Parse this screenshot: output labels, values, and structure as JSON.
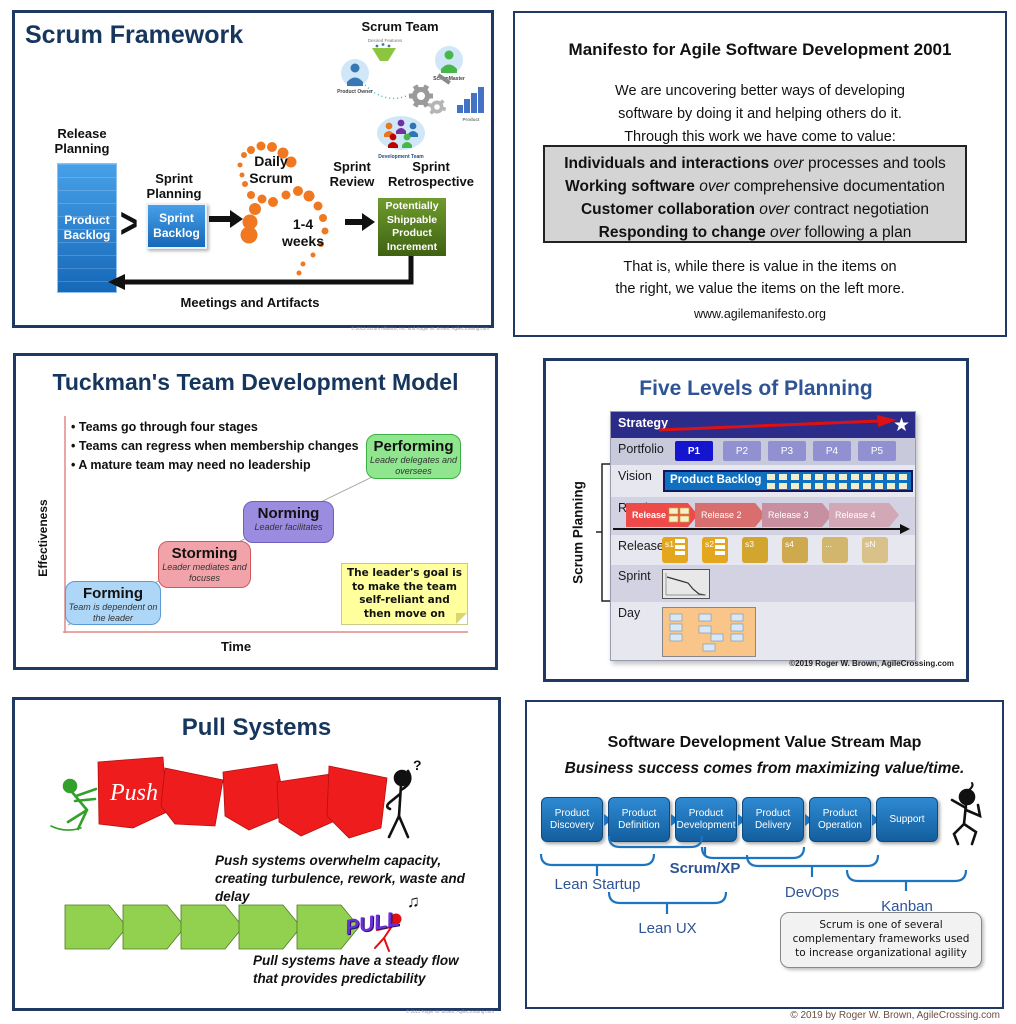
{
  "colors": {
    "panel_border": "#1f3864",
    "title_navy": "#17365d",
    "title_blue": "#2e5496",
    "process_blue": "#1b75c0",
    "scrum_orange": "#f07820",
    "push_red": "#ee1c1c",
    "pull_green": "#92d050",
    "pull_purple": "#6a30d8",
    "gold": "#e3a61c",
    "strategy_navy": "#2b2b8a",
    "manifesto_grey": "#d4d4d4",
    "note_yellow": "#ffff9e"
  },
  "panels": {
    "scrum_framework": {
      "title": "Scrum Framework",
      "team_title": "Scrum Team",
      "team_labels": {
        "desired_features": "Desired Features",
        "product_owner": "Product Owner",
        "scrum_master": "ScrumMaster",
        "development_team": "Development Team",
        "product": "Product"
      },
      "release_planning": "Release Planning",
      "product_backlog": "Product Backlog",
      "sprint_planning": "Sprint Planning",
      "sprint_backlog": "Sprint Backlog",
      "daily_scrum": "Daily Scrum",
      "weeks": "1-4 weeks",
      "sprint_review": "Sprint Review",
      "sprint_retrospective": "Sprint Retrospective",
      "increment": "Potentially Shippable Product Increment",
      "meetings": "Meetings and Artifacts",
      "copyright": "© 2013 Scrum Alliance, Inc. and Roger W. Brown, AgileCrossing.com"
    },
    "manifesto": {
      "title": "Manifesto for Agile Software Development 2001",
      "intro": [
        "We are uncovering better ways of developing",
        "software by doing it and helping others do it.",
        "Through this work we have come to value:"
      ],
      "values": [
        {
          "left": "Individuals and interactions",
          "over": "over",
          "right": "processes and tools"
        },
        {
          "left": "Working software",
          "over": "over",
          "right": "comprehensive documentation"
        },
        {
          "left": "Customer collaboration",
          "over": "over",
          "right": "contract negotiation"
        },
        {
          "left": "Responding to change",
          "over": "over",
          "right": "following a plan"
        }
      ],
      "outro": [
        "That is, while there is value in the items on",
        "the right, we value the items on the left more."
      ],
      "url": "www.agilemanifesto.org"
    },
    "tuckman": {
      "title": "Tuckman's Team Development Model",
      "bullets": [
        "Teams go through four stages",
        "Teams can regress when membership changes",
        "A mature team may need no leadership"
      ],
      "stages": [
        {
          "name": "Forming",
          "desc": "Team is dependent on the leader"
        },
        {
          "name": "Storming",
          "desc": "Leader mediates and focuses"
        },
        {
          "name": "Norming",
          "desc": "Leader facilitates"
        },
        {
          "name": "Performing",
          "desc": "Leader delegates and oversees"
        }
      ],
      "note": "The leader's goal is to make the team self-reliant and then move on",
      "ylabel": "Effectiveness",
      "xlabel": "Time"
    },
    "five_levels": {
      "title": "Five Levels of Planning",
      "bracket_label": "Scrum Planning",
      "rows": [
        "Strategy",
        "Portfolio",
        "Vision",
        "Roadmap",
        "Release",
        "Sprint",
        "Day"
      ],
      "portfolio_chips": [
        "P1",
        "P2",
        "P3",
        "P4",
        "P5"
      ],
      "product_backlog": "Product Backlog",
      "roadmap_chips": [
        "Release",
        "Release 2",
        "Release 3",
        "Release 4"
      ],
      "release_chips": [
        "s1",
        "s2",
        "s3",
        "s4",
        "...",
        "sN"
      ],
      "copyright": "©2019  Roger W. Brown, AgileCrossing.com"
    },
    "pull_systems": {
      "title": "Pull Systems",
      "push_label": "Push",
      "pull_label": "PULL",
      "question_mark": "?",
      "music_note": "♫",
      "push_text": "Push systems overwhelm capacity, creating turbulence, rework, waste and delay",
      "pull_text": "Pull systems have a steady flow that provides predictability",
      "copyright": "© 2011 Roger W. Brown, AgileCrossing.com"
    },
    "value_stream": {
      "title": "Software Development Value Stream Map",
      "subtitle": "Business success comes from maximizing value/time.",
      "boxes": [
        "Product Discovery",
        "Product Definition",
        "Product Development",
        "Product Delivery",
        "Product Operation",
        "Support"
      ],
      "labels": {
        "scrum_xp": "Scrum/XP",
        "lean_startup": "Lean Startup",
        "devops": "DevOps",
        "kanban": "Kanban",
        "lean_ux": "Lean UX"
      },
      "note": "Scrum is one of several complementary frameworks used to increase organizational agility",
      "copyright": "© 2019 by Roger W. Brown, AgileCrossing.com"
    }
  }
}
